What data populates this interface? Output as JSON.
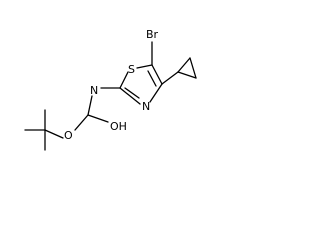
{
  "molecule": {
    "atoms": {
      "bromine": "Br",
      "ring_sulfur": "S",
      "ring_nitrogen": "N",
      "amide_nitrogen": "N",
      "hydroxyl": "OH",
      "ester_oxygen": "O"
    }
  }
}
